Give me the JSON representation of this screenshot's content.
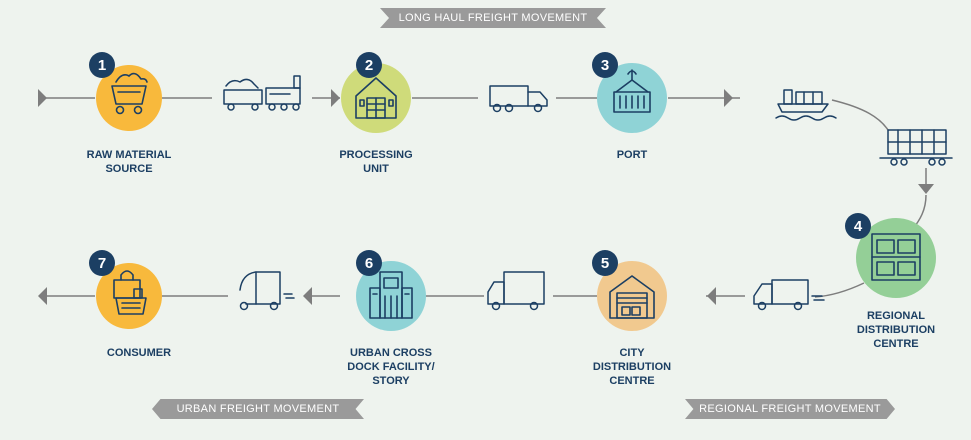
{
  "banners": {
    "long_haul": "LONG HAUL FREIGHT MOVEMENT",
    "urban": "URBAN FREIGHT MOVEMENT",
    "regional": "REGIONAL FREIGHT MOVEMENT"
  },
  "nodes": [
    {
      "number": "1",
      "label": "RAW MATERIAL\nSOURCE",
      "icon": "mine-cart-icon"
    },
    {
      "number": "2",
      "label": "PROCESSING\nUNIT",
      "icon": "warehouse-icon"
    },
    {
      "number": "3",
      "label": "PORT",
      "icon": "container-crane-icon"
    },
    {
      "number": "4",
      "label": "REGIONAL\nDISTRIBUTION\nCENTRE",
      "icon": "shelving-icon"
    },
    {
      "number": "5",
      "label": "CITY\nDISTRIBUTION\nCENTRE",
      "icon": "garage-warehouse-icon"
    },
    {
      "number": "6",
      "label": "URBAN CROSS\nDOCK FACILITY/\nSTORY",
      "icon": "store-building-icon"
    },
    {
      "number": "7",
      "label": "CONSUMER",
      "icon": "shopping-bag-icon"
    }
  ],
  "vehicles": [
    "freight-train-icon",
    "truck-icon",
    "cargo-ship-icon",
    "rail-wagon-icon",
    "delivery-van-icon",
    "box-truck-icon",
    "auto-rickshaw-icon"
  ],
  "colors": {
    "node_1": "#f8b93c",
    "node_2": "#cfdb7a",
    "node_3": "#8fd3d6",
    "node_4": "#94cf97",
    "node_5": "#f1c98f",
    "node_6": "#8fd3d6",
    "node_7": "#f8b93c",
    "number_badge": "#1c3f63",
    "banner": "#9a9a9a",
    "line": "#7d7d7d",
    "icon_stroke": "#1c3f63"
  }
}
